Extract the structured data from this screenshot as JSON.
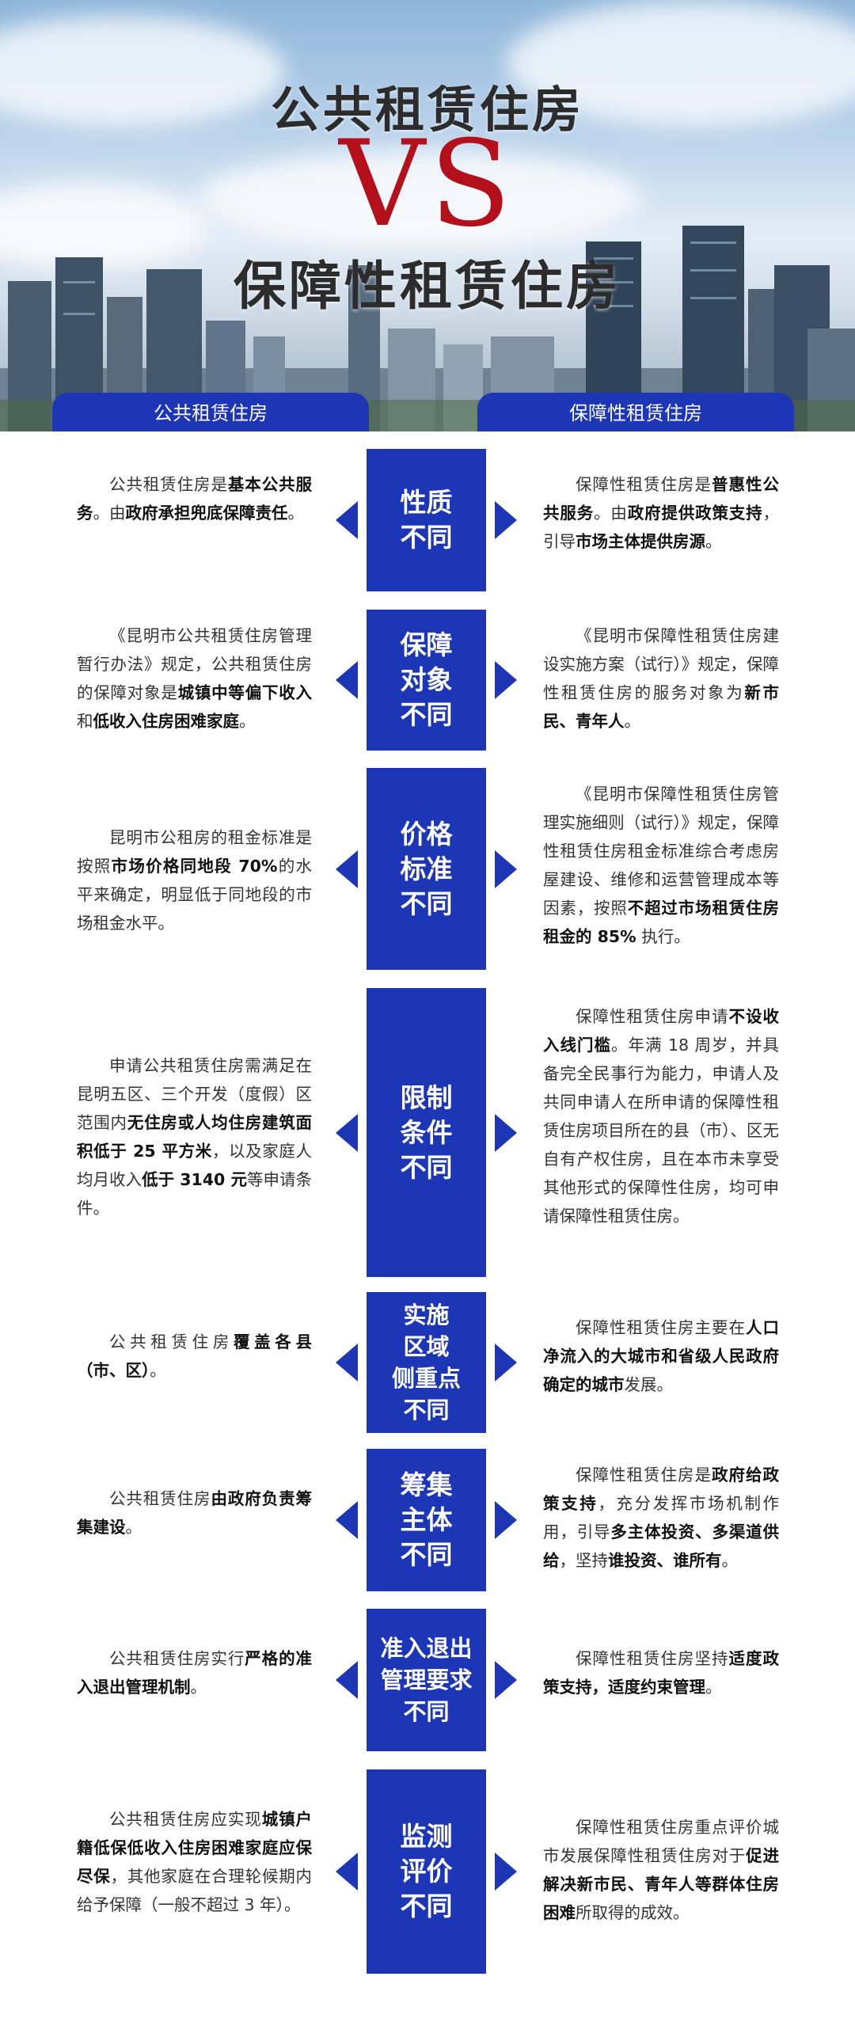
{
  "hero": {
    "title_top": "公共租赁住房",
    "vs": "VS",
    "title_bottom": "保障性租赁住房",
    "left_header": "公共租赁住房",
    "right_header": "保障性租赁住房"
  },
  "colors": {
    "accent": "#1d36b6",
    "vs": "#b3101b"
  },
  "rows": [
    {
      "label": [
        "性质",
        "不同"
      ],
      "left": [
        [
          "公共租赁住房是",
          false
        ],
        [
          "基本公共服务",
          true
        ],
        [
          "。由",
          false
        ],
        [
          "政府承担兜底保障责任",
          true
        ],
        [
          "。",
          false
        ]
      ],
      "right": [
        [
          "保障性租赁住房是",
          false
        ],
        [
          "普惠性公共服务",
          true
        ],
        [
          "。由",
          false
        ],
        [
          "政府提供政策支持",
          true
        ],
        [
          "，引导",
          false
        ],
        [
          "市场主体提供房源",
          true
        ],
        [
          "。",
          false
        ]
      ]
    },
    {
      "label": [
        "保障",
        "对象",
        "不同"
      ],
      "left": [
        [
          "《昆明市公共租赁住房管理暂行办法》规定，公共租赁住房的保障对象是",
          false
        ],
        [
          "城镇中等偏下收入",
          true
        ],
        [
          "和",
          false
        ],
        [
          "低收入住房困难家庭",
          true
        ],
        [
          "。",
          false
        ]
      ],
      "right": [
        [
          "《昆明市保障性租赁住房建设实施方案（试行）》规定，保障性租赁住房的服务对象为",
          false
        ],
        [
          "新市民、青年人",
          true
        ],
        [
          "。",
          false
        ]
      ]
    },
    {
      "label": [
        "价格",
        "标准",
        "不同"
      ],
      "left": [
        [
          "昆明市公租房的租金标准是按照",
          false
        ],
        [
          "市场价格同地段 70%",
          true
        ],
        [
          "的水平来确定，明显低于同地段的市场租金水平。",
          false
        ]
      ],
      "right": [
        [
          "《昆明市保障性租赁住房管理实施细则（试行）》规定，保障性租赁住房租金标准综合考虑房屋建设、维修和运营管理成本等因素，按照",
          false
        ],
        [
          "不超过市场租赁住房租金的 85%",
          true
        ],
        [
          " 执行。",
          false
        ]
      ]
    },
    {
      "label": [
        "限制",
        "条件",
        "不同"
      ],
      "left": [
        [
          "申请公共租赁住房需满足在昆明五区、三个开发（度假）区范围内",
          false
        ],
        [
          "无住房或人均住房建筑面积低于 25 平方米",
          true
        ],
        [
          "，以及家庭人均月收入",
          false
        ],
        [
          "低于 3140 元",
          true
        ],
        [
          "等申请条件。",
          false
        ]
      ],
      "right": [
        [
          "保障性租赁住房申请",
          false
        ],
        [
          "不设收入线门槛",
          true
        ],
        [
          "。年满 18 周岁，并具备完全民事行为能力，申请人及共同申请人在所申请的保障性租赁住房项目所在的县（市）、区无自有产权住房，且在本市未享受其他形式的保障性住房，均可申请保障性租赁住房。",
          false
        ]
      ]
    },
    {
      "label": [
        "实施",
        "区域",
        "侧重点",
        "不同"
      ],
      "left": [
        [
          "公共租赁住房",
          false
        ],
        [
          "覆盖各县（市、区）",
          true
        ],
        [
          "。",
          false
        ]
      ],
      "right": [
        [
          "保障性租赁住房主要在",
          false
        ],
        [
          "人口净流入的大城市和省级人民政府确定的城市",
          true
        ],
        [
          "发展。",
          false
        ]
      ]
    },
    {
      "label": [
        "筹集",
        "主体",
        "不同"
      ],
      "left": [
        [
          "公共租赁住房",
          false
        ],
        [
          "由政府负责筹集建设",
          true
        ],
        [
          "。",
          false
        ]
      ],
      "right": [
        [
          "保障性租赁住房是",
          false
        ],
        [
          "政府给政策支持",
          true
        ],
        [
          "，充分发挥市场机制作用，引导",
          false
        ],
        [
          "多主体投资、多渠道供给",
          true
        ],
        [
          "，坚持",
          false
        ],
        [
          "谁投资、谁所有",
          true
        ],
        [
          "。",
          false
        ]
      ]
    },
    {
      "label": [
        "准入退出",
        "管理要求",
        "不同"
      ],
      "left": [
        [
          "公共租赁住房实行",
          false
        ],
        [
          "严格的准入退出管理机制",
          true
        ],
        [
          "。",
          false
        ]
      ],
      "right": [
        [
          "保障性租赁住房坚持",
          false
        ],
        [
          "适度政策支持，适度约束管理",
          true
        ],
        [
          "。",
          false
        ]
      ]
    },
    {
      "label": [
        "监测",
        "评价",
        "不同"
      ],
      "left": [
        [
          "公共租赁住房应实现",
          false
        ],
        [
          "城镇户籍低保低收入住房困难家庭应保尽保",
          true
        ],
        [
          "，其他家庭在合理轮候期内给予保障（一般不超过 3 年）。",
          false
        ]
      ],
      "right": [
        [
          "保障性租赁住房重点评价城市发展保障性租赁住房对于",
          false
        ],
        [
          "促进解决新市民、青年人等群体住房困难",
          true
        ],
        [
          "所取得的成效。",
          false
        ]
      ]
    }
  ]
}
